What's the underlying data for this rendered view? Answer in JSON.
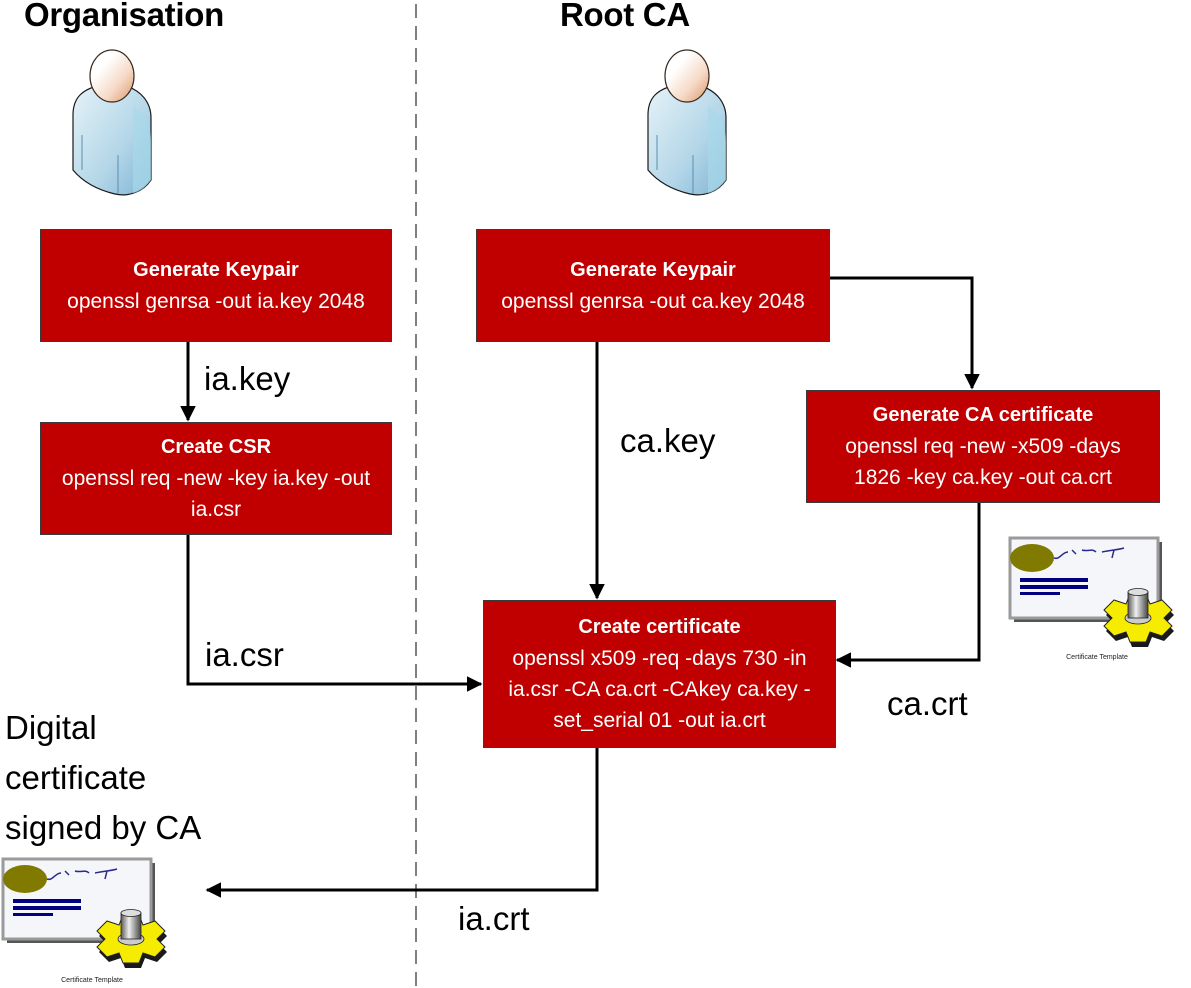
{
  "lanes": {
    "left": {
      "title": "Organisation",
      "actor_icon": "user-icon"
    },
    "right": {
      "title": "Root CA",
      "actor_icon": "user-icon"
    }
  },
  "colors": {
    "process_box": "#C00000",
    "arrow": "#000000",
    "divider": "#000000"
  },
  "steps": [
    {
      "id": "org-generate-keypair",
      "lane": "Organisation",
      "title": "Generate Keypair",
      "command": "openssl genrsa -out ia.key 2048"
    },
    {
      "id": "create-csr",
      "lane": "Organisation",
      "title": "Create CSR",
      "command": "openssl req -new -key ia.key -out ia.csr"
    },
    {
      "id": "ca-generate-keypair",
      "lane": "Root CA",
      "title": "Generate Keypair",
      "command": "openssl genrsa -out ca.key 2048"
    },
    {
      "id": "generate-ca-certificate",
      "lane": "Root CA",
      "title": "Generate CA certificate",
      "command": "openssl req -new -x509 -days 1826 -key ca.key -out ca.crt"
    },
    {
      "id": "create-certificate",
      "lane": "Root CA",
      "title": "Create certificate",
      "command": "openssl x509 -req -days 730 -in ia.csr -CA ca.crt -CAkey ca.key -set_serial 01 -out ia.crt"
    }
  ],
  "flows": [
    {
      "from": "org-generate-keypair",
      "to": "create-csr",
      "label": "ia.key"
    },
    {
      "from": "create-csr",
      "to": "create-certificate",
      "label": "ia.csr"
    },
    {
      "from": "ca-generate-keypair",
      "to": "create-certificate",
      "label": "ca.key"
    },
    {
      "from": "ca-generate-keypair",
      "to": "generate-ca-certificate",
      "label": ""
    },
    {
      "from": "generate-ca-certificate",
      "to": "create-certificate",
      "label": "ca.crt"
    },
    {
      "from": "create-certificate",
      "to": "signed-certificate",
      "label": "ia.crt"
    }
  ],
  "output_note": "Digital certificate signed by CA",
  "certificate_icons": [
    {
      "icon": "certificate-template-icon",
      "caption": "Certificate Template"
    },
    {
      "icon": "certificate-template-icon",
      "caption": "Certificate Template"
    }
  ]
}
